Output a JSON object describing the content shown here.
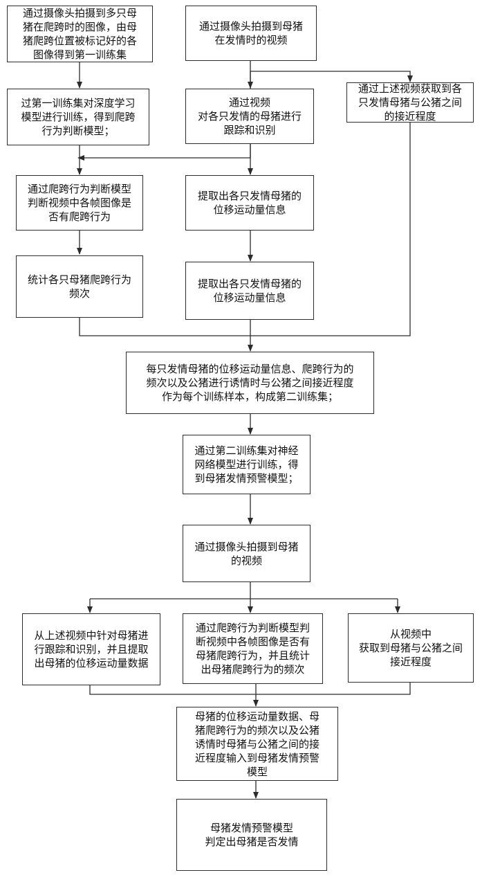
{
  "flowchart": {
    "nodes": {
      "n1": "通过摄像头拍摄到多只母\n猪在爬跨时的图像，由母\n猪爬跨位置被标记好的各\n图像得到第一训练集",
      "n2": "过第一训练集对深度学习\n模型进行训练，得到爬跨\n行为判断模型；",
      "n3": "通过爬跨行为判断模型\n判断视频中各帧图像是\n否有爬跨行为",
      "n4": "统计各只母猪爬跨行为\n频次",
      "n5": "通过摄像头拍摄到母猪\n在发情时的视频",
      "n6": "通过视频\n对各只发情的母猪进行\n跟踪和识别",
      "n7": "提取出各只发情母猪的\n位移运动量信息",
      "n8": "提取出各只发情母猪的\n位移运动量信息",
      "n9": "通过上述视频获取到各\n只发情母猪与公猪之间\n的接近程度",
      "n10": "每只发情母猪的位移运动量信息、爬跨行为的\n频次以及公猪进行诱情时与公猪之间接近程度\n作为每个训练样本，构成第二训练集；",
      "n11": "通过第二训练集对神经\n网络模型进行训练，得\n到母猪发情预警模型；",
      "n12": "通过摄像头拍摄到母猪\n的视频",
      "n13": "从上述视频中针对母猪进\n行跟踪和识别，并且提取\n出母猪的位移运动量数据",
      "n14": "通过爬跨行为判断模型判\n断视频中各帧图像是否有\n母猪爬跨行为，并且统计\n出母猪爬跨行为的频次",
      "n15": "从视频中\n获取到母猪与公猪之间\n接近程度",
      "n16": "母猪的位移运动量数据、母\n猪爬跨行为的频次以及公猪\n诱情时母猪与公猪之间的接\n近程度输入到母猪发情预警\n模型",
      "n17": "母猪发情预警模型\n判定出母猪是否发情"
    },
    "colors": {
      "stroke": "#2b2b2b",
      "text": "#111111",
      "background": "#ffffff"
    }
  }
}
